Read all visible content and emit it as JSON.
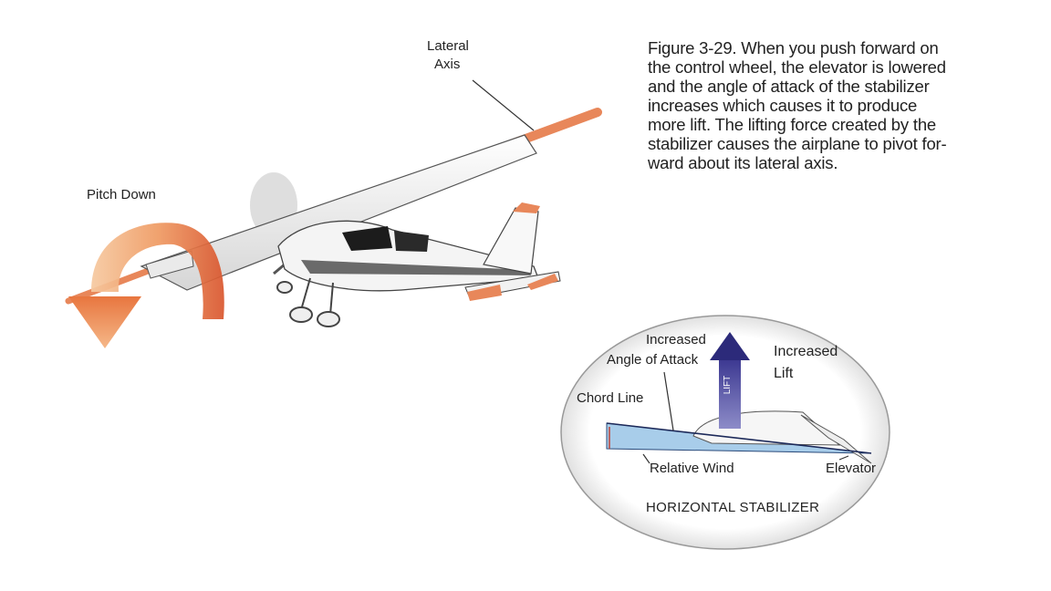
{
  "labels": {
    "lateral": "Lateral",
    "axis": "Axis",
    "pitch_down": "Pitch Down",
    "increased": "Increased",
    "angle_of_attack": "Angle of Attack",
    "increased_lift_1": "Increased",
    "increased_lift_2": "Lift",
    "lift_arrow": "LIFT",
    "chord_line": "Chord Line",
    "relative_wind": "Relative Wind",
    "elevator": "Elevator",
    "horizontal_stabilizer": "HORIZONTAL STABILIZER"
  },
  "caption": {
    "lines": [
      "Figure 3-29. When you push forward on",
      "the control wheel, the elevator is lowered",
      "and the angle of attack of the stabilizer",
      "increases which causes it to produce",
      "more lift. The lifting force created by the",
      "stabilizer causes the airplane to pivot for-",
      "ward about its lateral axis."
    ]
  },
  "colors": {
    "axis_orange": "#e8875a",
    "arrow_orange": "#e2693a",
    "arrow_light": "#f6c9a0",
    "lift_arrow": "#2c2a7a",
    "airfoil_blue": "#a8cdea",
    "relative_wind_line": "#1d2a5a"
  }
}
